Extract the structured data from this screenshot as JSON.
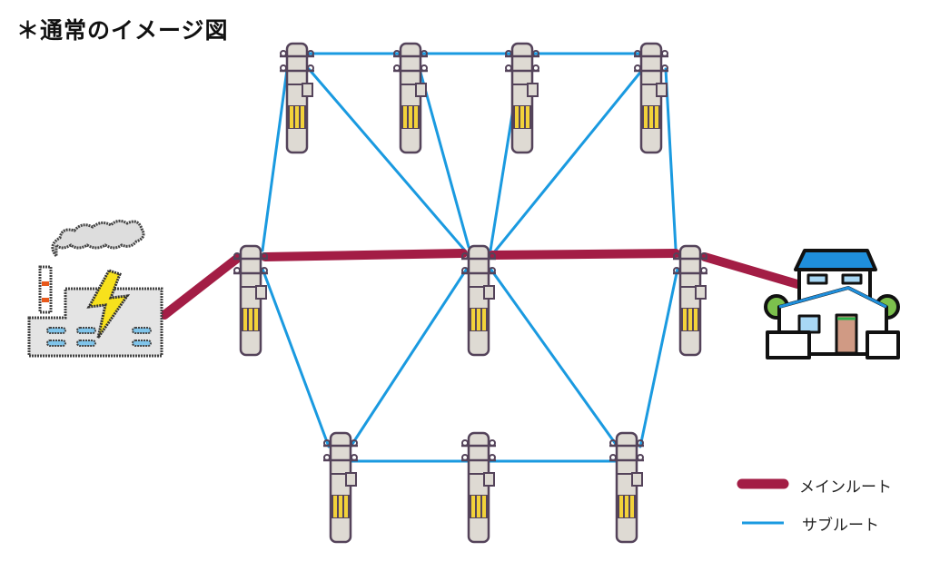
{
  "title": "＊通常のイメージ図",
  "legend": {
    "main_route": "メインルート",
    "sub_route": "サブルート"
  },
  "colors": {
    "main_route": "#a31d45",
    "sub_route": "#1a9ae0",
    "pole_fill": "#dedad3",
    "outline": "#54435a",
    "stripe": "#f2d23a"
  }
}
